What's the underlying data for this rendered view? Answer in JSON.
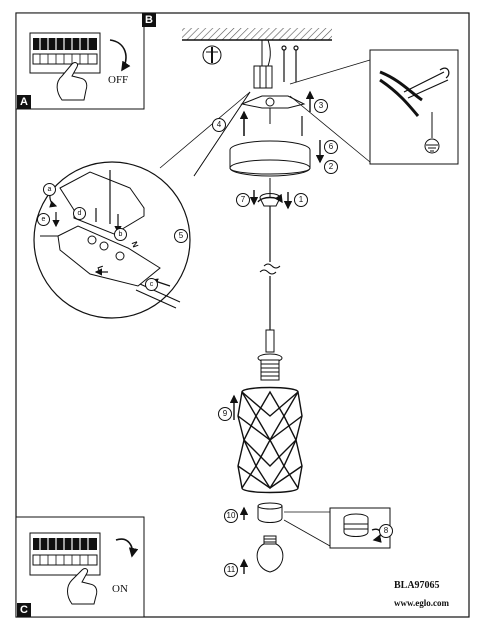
{
  "panels": {
    "switch_off": {
      "tag": "A",
      "action": "OFF"
    },
    "switch_on": {
      "tag": "C",
      "action": "ON"
    },
    "ceiling": {
      "tag": "B"
    }
  },
  "steps": {
    "s1": "1",
    "s2": "2",
    "s3": "3",
    "s4": "4",
    "s5": "5",
    "s6": "6",
    "s7": "7",
    "s8": "8",
    "s9": "9",
    "s10": "10",
    "s11": "11"
  },
  "callouts": {
    "a": "a",
    "b": "b",
    "c": "c",
    "d": "d",
    "e": "e"
  },
  "terminal_labels": {
    "neutral": "N",
    "live": "L"
  },
  "footer": {
    "model": "BLA97065",
    "website": "www.eglo.com"
  },
  "colors": {
    "ink": "#111111",
    "paper": "#ffffff",
    "hatch": "#555555"
  }
}
